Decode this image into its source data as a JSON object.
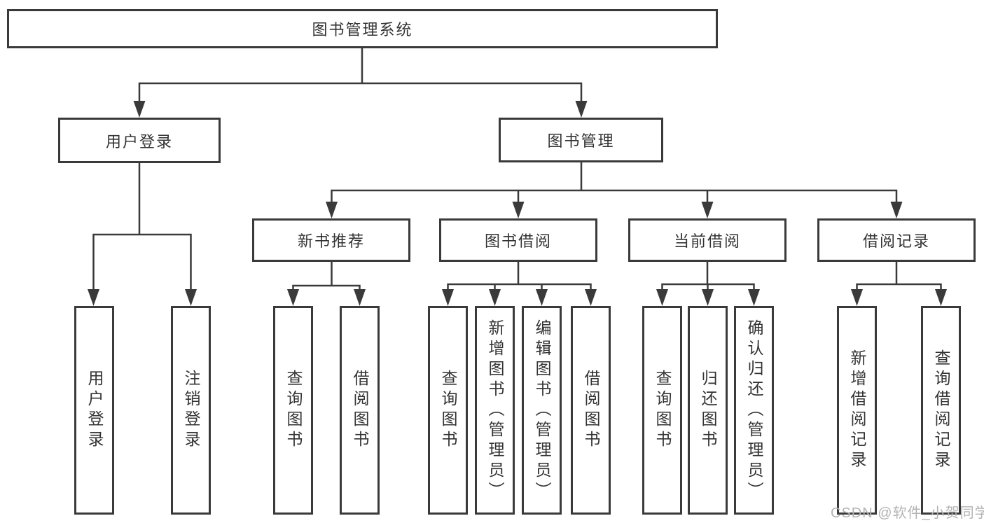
{
  "tree": {
    "root": "图书管理系统",
    "branches": [
      {
        "label": "用户登录",
        "children": [
          "用户登录",
          "注销登录"
        ]
      },
      {
        "label": "图书管理",
        "sections": [
          {
            "label": "新书推荐",
            "children": [
              "查询图书",
              "借阅图书"
            ]
          },
          {
            "label": "图书借阅",
            "children": [
              "查询图书",
              "新增图书（管理员）",
              "编辑图书（管理员）",
              "借阅图书"
            ]
          },
          {
            "label": "当前借阅",
            "children": [
              "查询图书",
              "归还图书",
              "确认归还（管理员）"
            ]
          },
          {
            "label": "借阅记录",
            "children": [
              "新增借阅记录",
              "查询借阅记录"
            ]
          }
        ]
      }
    ]
  },
  "watermark": "CSDN @软件_小贺同学",
  "colors": {
    "line": "#3a3a3a",
    "text": "#333333",
    "background": "#ffffff",
    "watermark": "#b3b3b3"
  }
}
